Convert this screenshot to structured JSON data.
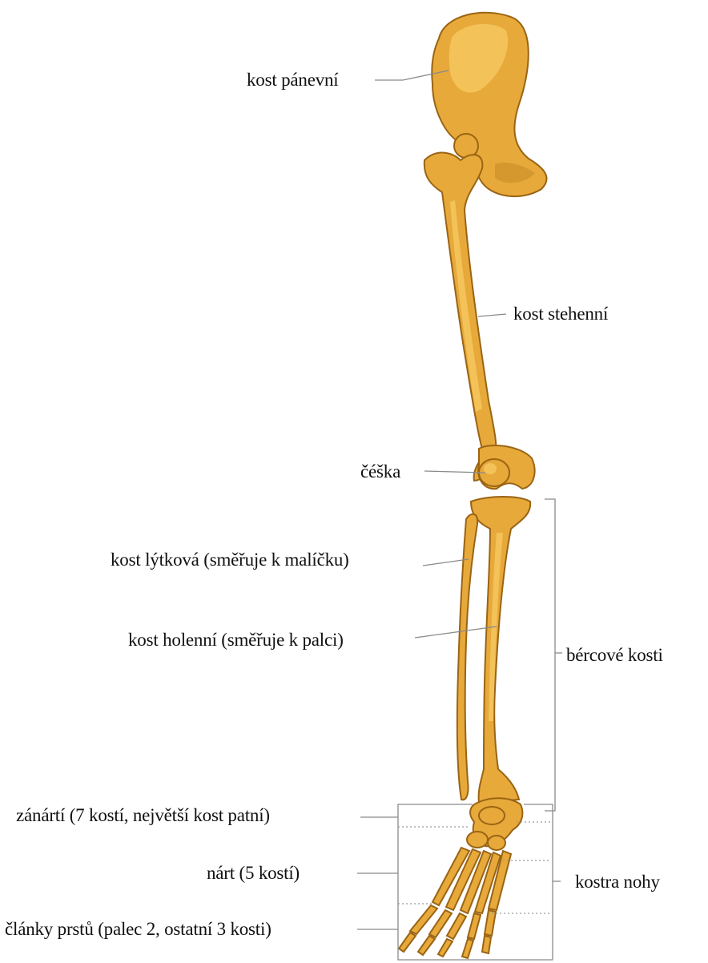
{
  "labels": {
    "pelvis": "kost pánevní",
    "femur": "kost stehenní",
    "patella": "čéška",
    "fibula": "kost lýtková (směřuje k malíčku)",
    "tibia": "kost holenní (směřuje k palci)",
    "lower_leg_bones": "bércové kosti",
    "tarsus": "zánártí (7 kostí, největší kost patní)",
    "metatarsus": "nárt (5 kostí)",
    "phalanges": "články prstů (palec 2, ostatní 3 kosti)",
    "foot_skeleton": "kostra nohy"
  },
  "colors": {
    "bone": "#e7a93a",
    "bone_outline": "#9a6414",
    "leader_line": "#8a8a8a",
    "text": "#111111",
    "background": "#ffffff"
  }
}
